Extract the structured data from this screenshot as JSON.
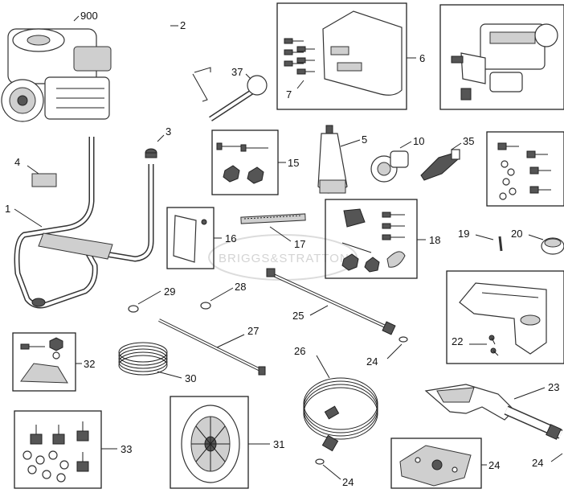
{
  "watermark": "BRIGGS&STRATTON",
  "labels": {
    "l900": "900",
    "l2": "2",
    "l37": "37",
    "l3": "3",
    "l4": "4",
    "l1": "1",
    "l6": "6",
    "l7": "7",
    "l5": "5",
    "l10": "10",
    "l35": "35",
    "l15": "15",
    "l16": "16",
    "l17": "17",
    "l18": "18",
    "l19": "19",
    "l20": "20",
    "l29": "29",
    "l28": "28",
    "l25": "25",
    "l27": "27",
    "l24a": "24",
    "l22": "22",
    "l32": "32",
    "l30": "30",
    "l26": "26",
    "l23": "23",
    "l33": "33",
    "l31": "31",
    "l24b": "24",
    "l24c": "24",
    "l24d": "24"
  }
}
